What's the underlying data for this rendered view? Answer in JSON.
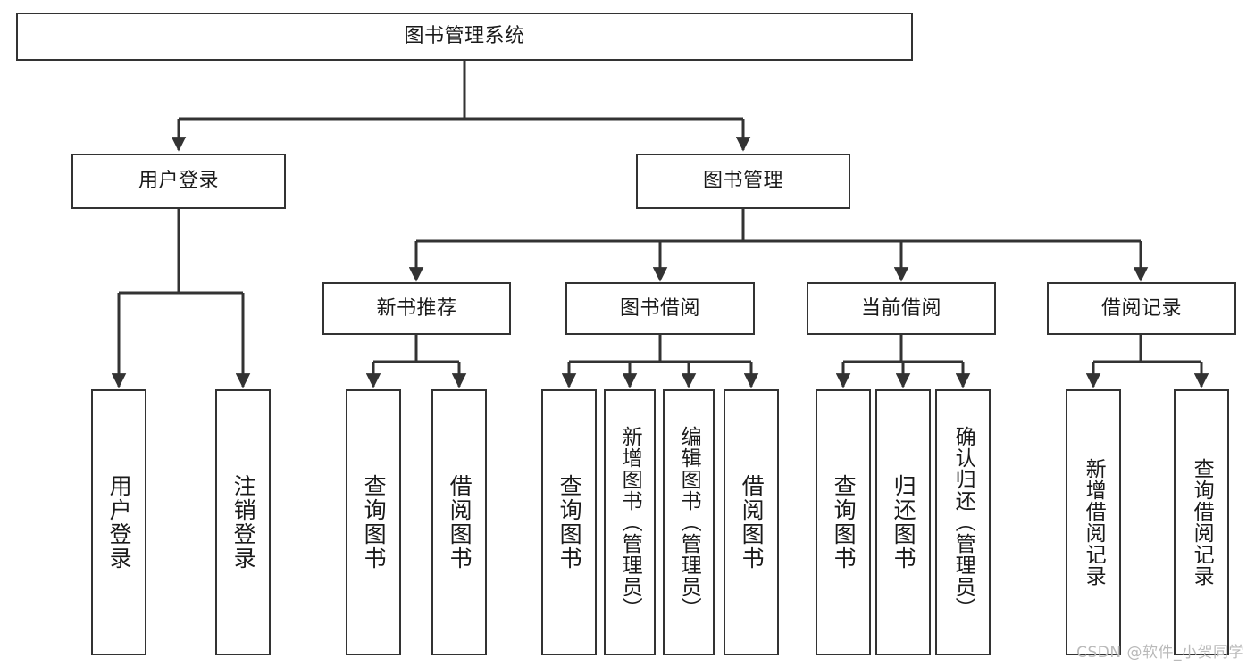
{
  "diagram": {
    "type": "tree-hierarchy-chart",
    "title": "图书管理系统",
    "watermark": "CSDN @软件_小贺同学",
    "colors": {
      "stroke": "#333333",
      "box_fill": "#ffffff",
      "text": "#1a1a1a",
      "watermark": "#b9b9b9",
      "background": "#ffffff"
    },
    "levels": [
      {
        "level": 1,
        "nodes": [
          {
            "id": "root",
            "label": "图书管理系统",
            "orientation": "horizontal"
          }
        ]
      },
      {
        "level": 2,
        "nodes": [
          {
            "id": "user-login",
            "label": "用户登录",
            "orientation": "horizontal",
            "parent": "root"
          },
          {
            "id": "book-manage",
            "label": "图书管理",
            "orientation": "horizontal",
            "parent": "root"
          }
        ]
      },
      {
        "level": 3,
        "nodes": [
          {
            "id": "new-book-rec",
            "label": "新书推荐",
            "orientation": "horizontal",
            "parent": "book-manage"
          },
          {
            "id": "book-borrow",
            "label": "图书借阅",
            "orientation": "horizontal",
            "parent": "book-manage"
          },
          {
            "id": "current-borrow",
            "label": "当前借阅",
            "orientation": "horizontal",
            "parent": "book-manage"
          },
          {
            "id": "borrow-record",
            "label": "借阅记录",
            "orientation": "horizontal",
            "parent": "book-manage"
          }
        ]
      },
      {
        "level": 4,
        "nodes": [
          {
            "id": "leaf-user-login",
            "label": "用户登录",
            "orientation": "vertical",
            "parent": "user-login"
          },
          {
            "id": "leaf-logout",
            "label": "注销登录",
            "orientation": "vertical",
            "parent": "user-login"
          },
          {
            "id": "leaf-query-book-1",
            "label": "查询图书",
            "orientation": "vertical",
            "parent": "new-book-rec"
          },
          {
            "id": "leaf-borrow-book-1",
            "label": "借阅图书",
            "orientation": "vertical",
            "parent": "new-book-rec"
          },
          {
            "id": "leaf-query-book-2",
            "label": "查询图书",
            "orientation": "vertical",
            "parent": "book-borrow"
          },
          {
            "id": "leaf-add-book",
            "label": "新增图书（管理员）",
            "orientation": "vertical",
            "parent": "book-borrow"
          },
          {
            "id": "leaf-edit-book",
            "label": "编辑图书（管理员）",
            "orientation": "vertical",
            "parent": "book-borrow"
          },
          {
            "id": "leaf-borrow-book-2",
            "label": "借阅图书",
            "orientation": "vertical",
            "parent": "book-borrow"
          },
          {
            "id": "leaf-query-book-3",
            "label": "查询图书",
            "orientation": "vertical",
            "parent": "current-borrow"
          },
          {
            "id": "leaf-return-book",
            "label": "归还图书",
            "orientation": "vertical",
            "parent": "current-borrow"
          },
          {
            "id": "leaf-confirm-return",
            "label": "确认归还（管理员）",
            "orientation": "vertical",
            "parent": "current-borrow"
          },
          {
            "id": "leaf-add-record",
            "label": "新增借阅记录",
            "orientation": "vertical",
            "parent": "borrow-record"
          },
          {
            "id": "leaf-query-record",
            "label": "查询借阅记录",
            "orientation": "vertical",
            "parent": "borrow-record"
          }
        ]
      }
    ]
  }
}
